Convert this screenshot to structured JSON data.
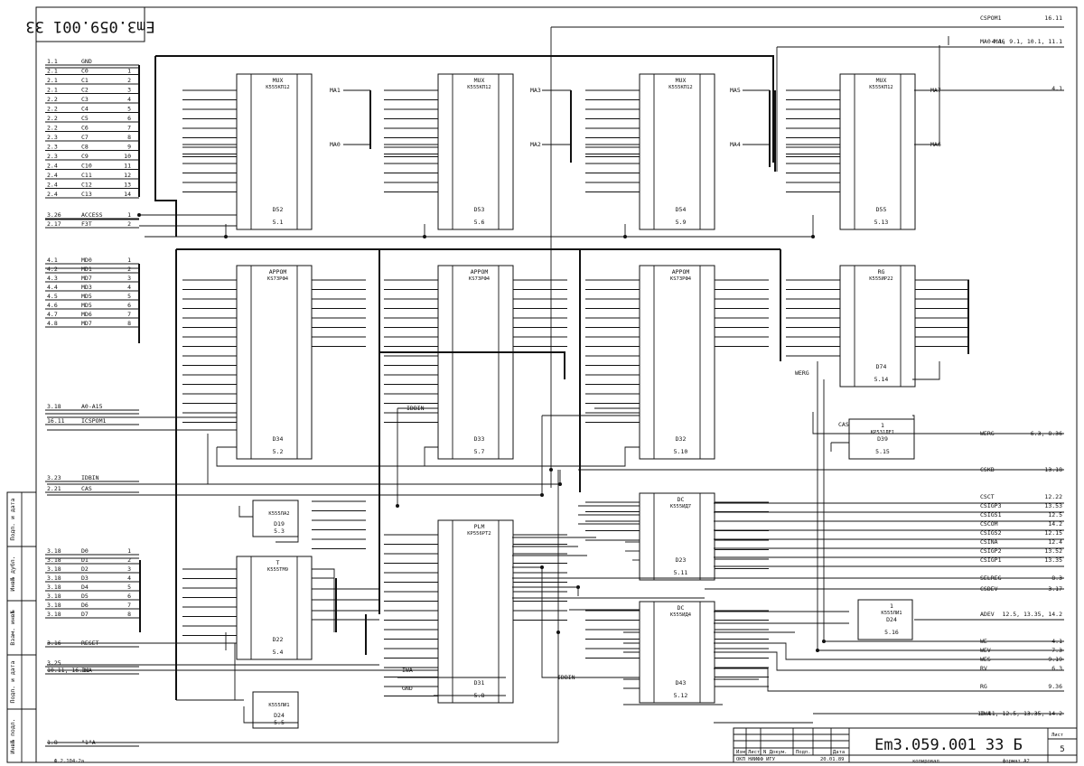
{
  "doc_code_mirrored": "Em3.059.001 33",
  "stamp": {
    "doc_code": "Em3.059.001 33 Б",
    "sheet_label": "Лист",
    "sheet_no": "5",
    "copied": "копировал",
    "format": "формат А2",
    "form_code": "Ф.2.104-2а",
    "org": "ОКП НИИФФ ИГУ",
    "date": "20.01.89",
    "cols": [
      "Изм",
      "Лист",
      "N Докум.",
      "Подп.",
      "Дата"
    ]
  },
  "side_labels": [
    "Подп. и дата",
    "Инв№ дубл.",
    "Взам. инв№",
    "Подп. и дата",
    "Инв№ подл."
  ],
  "left_groups": [
    {
      "rows": [
        [
          "1.1",
          "GND",
          ""
        ],
        [
          "2.1",
          "C0",
          "1"
        ],
        [
          "2.1",
          "C1",
          "2"
        ],
        [
          "2.1",
          "C2",
          "3"
        ],
        [
          "2.2",
          "C3",
          "4"
        ],
        [
          "2.2",
          "C4",
          "5"
        ],
        [
          "2.2",
          "C5",
          "6"
        ],
        [
          "2.2",
          "C6",
          "7"
        ],
        [
          "2.3",
          "C7",
          "8"
        ],
        [
          "2.3",
          "C8",
          "9"
        ],
        [
          "2.3",
          "C9",
          "10"
        ],
        [
          "2.4",
          "C10",
          "11"
        ],
        [
          "2.4",
          "C11",
          "12"
        ],
        [
          "2.4",
          "C12",
          "13"
        ],
        [
          "2.4",
          "C13",
          "14"
        ]
      ]
    },
    {
      "rows": [
        [
          "3.26",
          "ACCESS",
          "1"
        ],
        [
          "2.17",
          "FЗТ",
          "2"
        ]
      ]
    },
    {
      "rows": [
        [
          "4.1",
          "MD0",
          "1"
        ],
        [
          "4.2",
          "MD1",
          "2"
        ],
        [
          "4.3",
          "MD7",
          "3"
        ],
        [
          "4.4",
          "MD3",
          "4"
        ],
        [
          "4.5",
          "MD5",
          "5"
        ],
        [
          "4.6",
          "MD5",
          "6"
        ],
        [
          "4.7",
          "MD6",
          "7"
        ],
        [
          "4.8",
          "MD7",
          "8"
        ]
      ]
    },
    {
      "rows": [
        [
          "3.18",
          "A0-A15",
          ""
        ],
        [
          "16.11",
          "ICSPOM1",
          ""
        ]
      ]
    },
    {
      "rows": [
        [
          "3.23",
          "IDBIN",
          ""
        ],
        [
          "2.21",
          "CAS",
          ""
        ]
      ]
    },
    {
      "rows": [
        [
          "3.18",
          "D0",
          "1"
        ],
        [
          "3.18",
          "D1",
          "2"
        ],
        [
          "3.18",
          "D2",
          "3"
        ],
        [
          "3.18",
          "D3",
          "4"
        ],
        [
          "3.18",
          "D4",
          "5"
        ],
        [
          "3.18",
          "D5",
          "6"
        ],
        [
          "3.18",
          "D6",
          "7"
        ],
        [
          "3.18",
          "D7",
          "8"
        ]
      ]
    },
    {
      "rows": [
        [
          "3.16",
          "RESET",
          ""
        ],
        [
          "3.25",
          "",
          ""
        ],
        [
          "10.11, 16.11",
          "IWA",
          ""
        ],
        [
          "1.8",
          "\"1\"A",
          ""
        ]
      ]
    }
  ],
  "chips": [
    {
      "ref": "D52",
      "type": "MUX",
      "part": "K555KП12",
      "loc": "5.1"
    },
    {
      "ref": "D53",
      "type": "MUX",
      "part": "K555KП12",
      "loc": "5.6"
    },
    {
      "ref": "D54",
      "type": "MUX",
      "part": "K555KП12",
      "loc": "5.9"
    },
    {
      "ref": "D55",
      "type": "MUX",
      "part": "K555KП12",
      "loc": "5.13"
    },
    {
      "ref": "D34",
      "type": "APPOM",
      "part": "KЅ73PФ4",
      "loc": "5.2"
    },
    {
      "ref": "D33",
      "type": "APPOM",
      "part": "KЅ73PФ4",
      "loc": "5.7"
    },
    {
      "ref": "D32",
      "type": "APPOM",
      "part": "KЅ73PФ4",
      "loc": "5.10"
    },
    {
      "ref": "D74",
      "type": "RG",
      "part": "K555ИР22",
      "loc": "5.14"
    },
    {
      "ref": "D39",
      "type": "1",
      "part": "KP531ЛЕ1",
      "loc": "5.15"
    },
    {
      "ref": "D19",
      "type": "",
      "part": "K555ЛА2",
      "loc": "5.3"
    },
    {
      "ref": "D22",
      "type": "T",
      "part": "K555TM9",
      "loc": "5.4"
    },
    {
      "ref": "D31",
      "type": "PLM",
      "part": "KP556PT2",
      "loc": "5.8"
    },
    {
      "ref": "D23",
      "type": "DC",
      "part": "K555ИД7",
      "loc": "5.11"
    },
    {
      "ref": "D43",
      "type": "DC",
      "part": "K555ИД4",
      "loc": "5.12"
    },
    {
      "ref": "D24",
      "type": "1",
      "part": "K555ЛИ1",
      "loc": "5.16"
    },
    {
      "ref": "D24",
      "type": "",
      "part": "K555ЛИ1",
      "loc": "5.5"
    }
  ],
  "right_outputs": [
    [
      "CSPOM1",
      "16.11"
    ],
    [
      "MA0-MA6",
      "4.1, 9.1, 10.1, 11.1"
    ],
    [
      "",
      "4.1"
    ],
    [
      "WERG",
      "6.3, 8.36"
    ],
    [
      "CSKB",
      "13.18"
    ],
    [
      "CSCT",
      "12.22"
    ],
    [
      "CSIGP3",
      "13.53"
    ],
    [
      "CSIGS1",
      "12.5"
    ],
    [
      "CSCOM",
      "14.2"
    ],
    [
      "CSIGS2",
      "12.15"
    ],
    [
      "CSINA",
      "12.4"
    ],
    [
      "CSIGP2",
      "13.52"
    ],
    [
      "CSIGP1",
      "13.35"
    ],
    [
      "SELREG",
      "8.3"
    ],
    [
      "CSDEV",
      "3.17"
    ],
    [
      "ADEV",
      "12.5, 13.35, 14.2"
    ],
    [
      "WE",
      "4.1"
    ],
    [
      "WEV",
      "7.3"
    ],
    [
      "WES",
      "9.19"
    ],
    [
      "RV",
      "6.3"
    ],
    [
      "RG",
      "9.36"
    ],
    [
      "IWA",
      "10.11, 12.5, 13.35, 14.2"
    ]
  ],
  "net_labels": [
    "MA1",
    "MA3",
    "MA5",
    "MA7",
    "MA0",
    "MA2",
    "MA4",
    "MA6",
    "IDBIN",
    "WERG",
    "IWA",
    "GND",
    "CAS",
    "IDBIN"
  ]
}
